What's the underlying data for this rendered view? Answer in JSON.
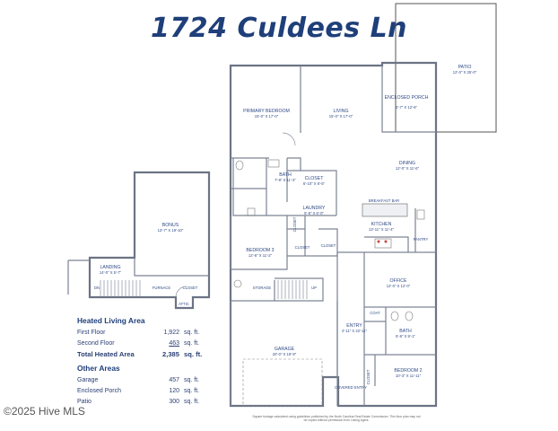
{
  "title": "1724 Culdees Ln",
  "rooms": {
    "patio": {
      "name": "PATIO",
      "dims": "12'-0\" X 25'-0\""
    },
    "enclosed_porch": {
      "name": "ENCLOSED PORCH",
      "dims": "4'-7\" X 12'-6\""
    },
    "primary_bedroom": {
      "name": "PRIMARY BEDROOM",
      "dims": "15'-0\" X 17'-0\""
    },
    "living": {
      "name": "LIVING",
      "dims": "15'-0\" X 17'-0\""
    },
    "dining": {
      "name": "DINING",
      "dims": "12'-0\" X 11'-6\""
    },
    "bath1": {
      "name": "BATH",
      "dims": "7'-8\" X 11'-4\""
    },
    "closet1": {
      "name": "CLOSET",
      "dims": "6'-10\" X 6'-5\""
    },
    "laundry": {
      "name": "LAUNDRY",
      "dims": "6'-8\" X 6'-0\""
    },
    "breakfast_bar": "BREAKFAST BAR",
    "kitchen": {
      "name": "KITCHEN",
      "dims": "13'-11\" X 11'-4\""
    },
    "pantry": "PANTRY",
    "bedroom3": {
      "name": "BEDROOM 3",
      "dims": "12'-6\" X 11'-2\""
    },
    "closet_small_a": "CLOSET",
    "closet_small_b": "CLOSET",
    "closet_small_c": "CLOSET",
    "office": {
      "name": "OFFICE",
      "dims": "12'-0\" X 12'-0\""
    },
    "storage": "STORAGE",
    "up": "UP",
    "entry": {
      "name": "ENTRY",
      "dims": "4'-11\" X 22'-11\""
    },
    "coat": "COAT",
    "bath2": {
      "name": "BATH",
      "dims": "5'-8\" X 9'-1\""
    },
    "garage": {
      "name": "GARAGE",
      "dims": "20'-0\" X 19'-9\""
    },
    "covered_entry": "COVERED ENTRY",
    "bedroom2": {
      "name": "BEDROOM 2",
      "dims": "10'-3\" X 11'-11\""
    },
    "closet_bed2": "CLOSET",
    "bonus": {
      "name": "BONUS",
      "dims": "13'-7\" X 19'-10\""
    },
    "landing": {
      "name": "LANDING",
      "dims": "14'-0\" X 5'-7\""
    },
    "dn": "DN",
    "furnace": "FURNACE",
    "closet_upper": "CLOSET",
    "attic": "ATTIC"
  },
  "legend": {
    "heated_title": "Heated Living Area",
    "heated_rows": [
      {
        "name": "First Floor",
        "value": "1,922",
        "unit": "sq. ft."
      },
      {
        "name": "Second Floor",
        "value": "463",
        "unit": "sq. ft."
      }
    ],
    "total": {
      "name": "Total Heated Area",
      "value": "2,385",
      "unit": "sq. ft."
    },
    "other_title": "Other Areas",
    "other_rows": [
      {
        "name": "Garage",
        "value": "457",
        "unit": "sq. ft."
      },
      {
        "name": "Enclosed Porch",
        "value": "120",
        "unit": "sq. ft."
      },
      {
        "name": "Patio",
        "value": "300",
        "unit": "sq. ft."
      }
    ]
  },
  "footnote": "Square footage calculated using guidelines published by the North Carolina Real Estate Commission. This floor plan may not be copied without permission from Listing Agent.",
  "watermark": "©2025 Hive MLS"
}
